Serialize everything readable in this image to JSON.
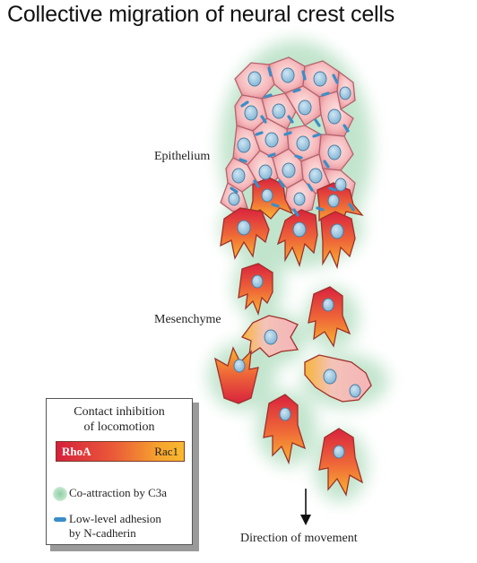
{
  "title": "Collective migration of neural crest cells",
  "labels": {
    "epithelium": "Epithelium",
    "mesenchyme": "Mesenchyme",
    "direction": "Direction of movement"
  },
  "legend": {
    "title_line1": "Contact inhibition",
    "title_line2": "of locomotion",
    "gradient_left": "RhoA",
    "gradient_right": "Rac1",
    "coattraction": "Co-attraction by C3a",
    "adhesion_line1": "Low-level adhesion",
    "adhesion_line2": "by N-cadherin"
  },
  "colors": {
    "rhoa": "#d6203d",
    "rac1": "#f8b92f",
    "epithelial_cell": "#f3b4b8",
    "nucleus": "#9ec8e0",
    "adhesion": "#3a8ec8",
    "c3a_halo": "#b9e2c6"
  }
}
